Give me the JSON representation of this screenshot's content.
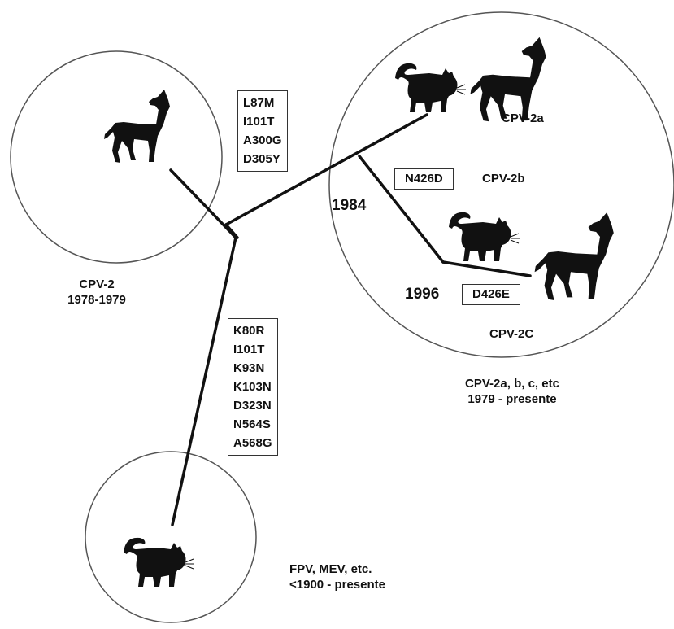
{
  "colors": {
    "line": "#111111",
    "circle": "#555555",
    "silhouette": "#111111",
    "background": "#ffffff"
  },
  "groups": {
    "cpv2": {
      "name": "CPV-2",
      "years": "1978-1979",
      "mutations": [
        "L87M",
        "I101T",
        "A300G",
        "D305Y"
      ]
    },
    "cpv2_variants": {
      "name": "CPV-2a, b, c, etc",
      "years": "1979 - presente",
      "cpv2a": {
        "label": "CPV-2a"
      },
      "cpv2b": {
        "label": "CPV-2b",
        "mutation": "N426D",
        "year": "1984"
      },
      "cpv2c": {
        "label": "CPV-2C",
        "mutation": "D426E",
        "year": "1996"
      }
    },
    "fpv": {
      "name": "FPV, MEV, etc.",
      "years": "<1900 - presente",
      "mutations": [
        "K80R",
        "I101T",
        "K93N",
        "K103N",
        "D323N",
        "N564S",
        "A568G"
      ]
    }
  },
  "icons": [
    "dog-icon",
    "cat-icon"
  ]
}
